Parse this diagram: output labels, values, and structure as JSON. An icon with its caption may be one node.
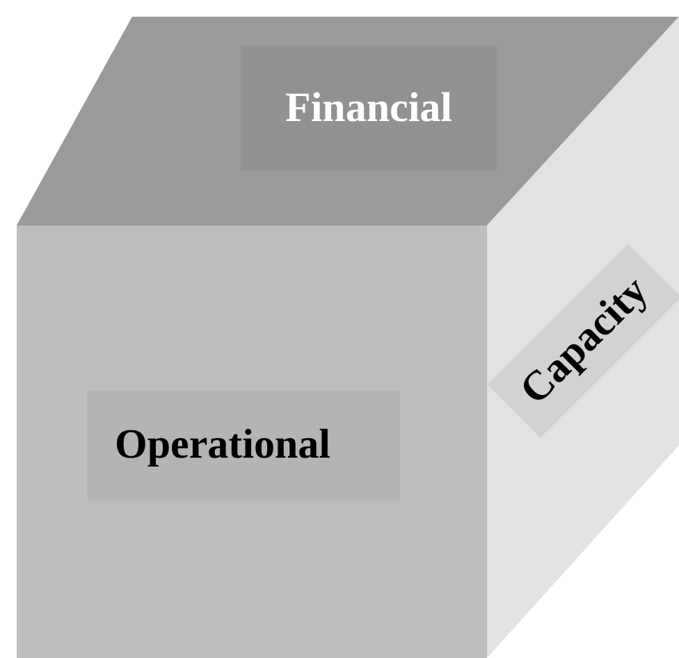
{
  "diagram": {
    "nodes": [
      {
        "text": [
          "Financial"
        ]
      },
      {
        "text": [
          "Operational"
        ]
      },
      {
        "text": [
          "Capacity"
        ]
      }
    ]
  }
}
